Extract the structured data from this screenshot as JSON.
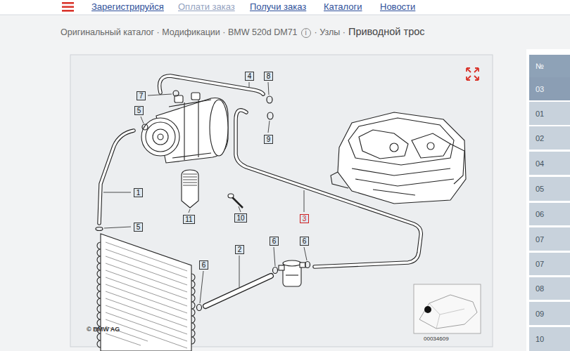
{
  "diagram": {
    "nodes": [
      {
        "text": [
          "4"
        ]
      },
      {
        "text": [
          "8"
        ]
      },
      {
        "text": [
          "7"
        ]
      },
      {
        "text": [
          "5"
        ]
      },
      {
        "text": [
          "9"
        ]
      },
      {
        "text": [
          "1"
        ]
      },
      {
        "text": [
          "11"
        ]
      },
      {
        "text": [
          "10"
        ]
      },
      {
        "text": [
          "3"
        ]
      },
      {
        "text": [
          "5"
        ]
      },
      {
        "text": [
          "2"
        ]
      },
      {
        "text": [
          "6"
        ]
      },
      {
        "text": [
          "6"
        ]
      },
      {
        "text": [
          "6"
        ]
      },
      {
        "text": [
          "№"
        ]
      },
      {
        "text": [
          "03"
        ]
      },
      {
        "text": [
          "01"
        ]
      },
      {
        "text": [
          "02"
        ]
      },
      {
        "text": [
          "04"
        ]
      },
      {
        "text": [
          "05"
        ]
      },
      {
        "text": [
          "06"
        ]
      },
      {
        "text": [
          "07"
        ]
      },
      {
        "text": [
          "07"
        ]
      },
      {
        "text": [
          "08"
        ]
      },
      {
        "text": [
          "09"
        ]
      },
      {
        "text": [
          "10"
        ]
      }
    ],
    "labels": [
      "Зарегистрируйся",
      "Оплати заказ",
      "Получи заказ",
      "Каталоги",
      "Новости",
      "Оригинальный каталог · Модификации · BMW 520d DM71",
      "i",
      "· Узлы ·",
      "Приводной трос",
      "© BMW AG",
      "00034609"
    ]
  }
}
